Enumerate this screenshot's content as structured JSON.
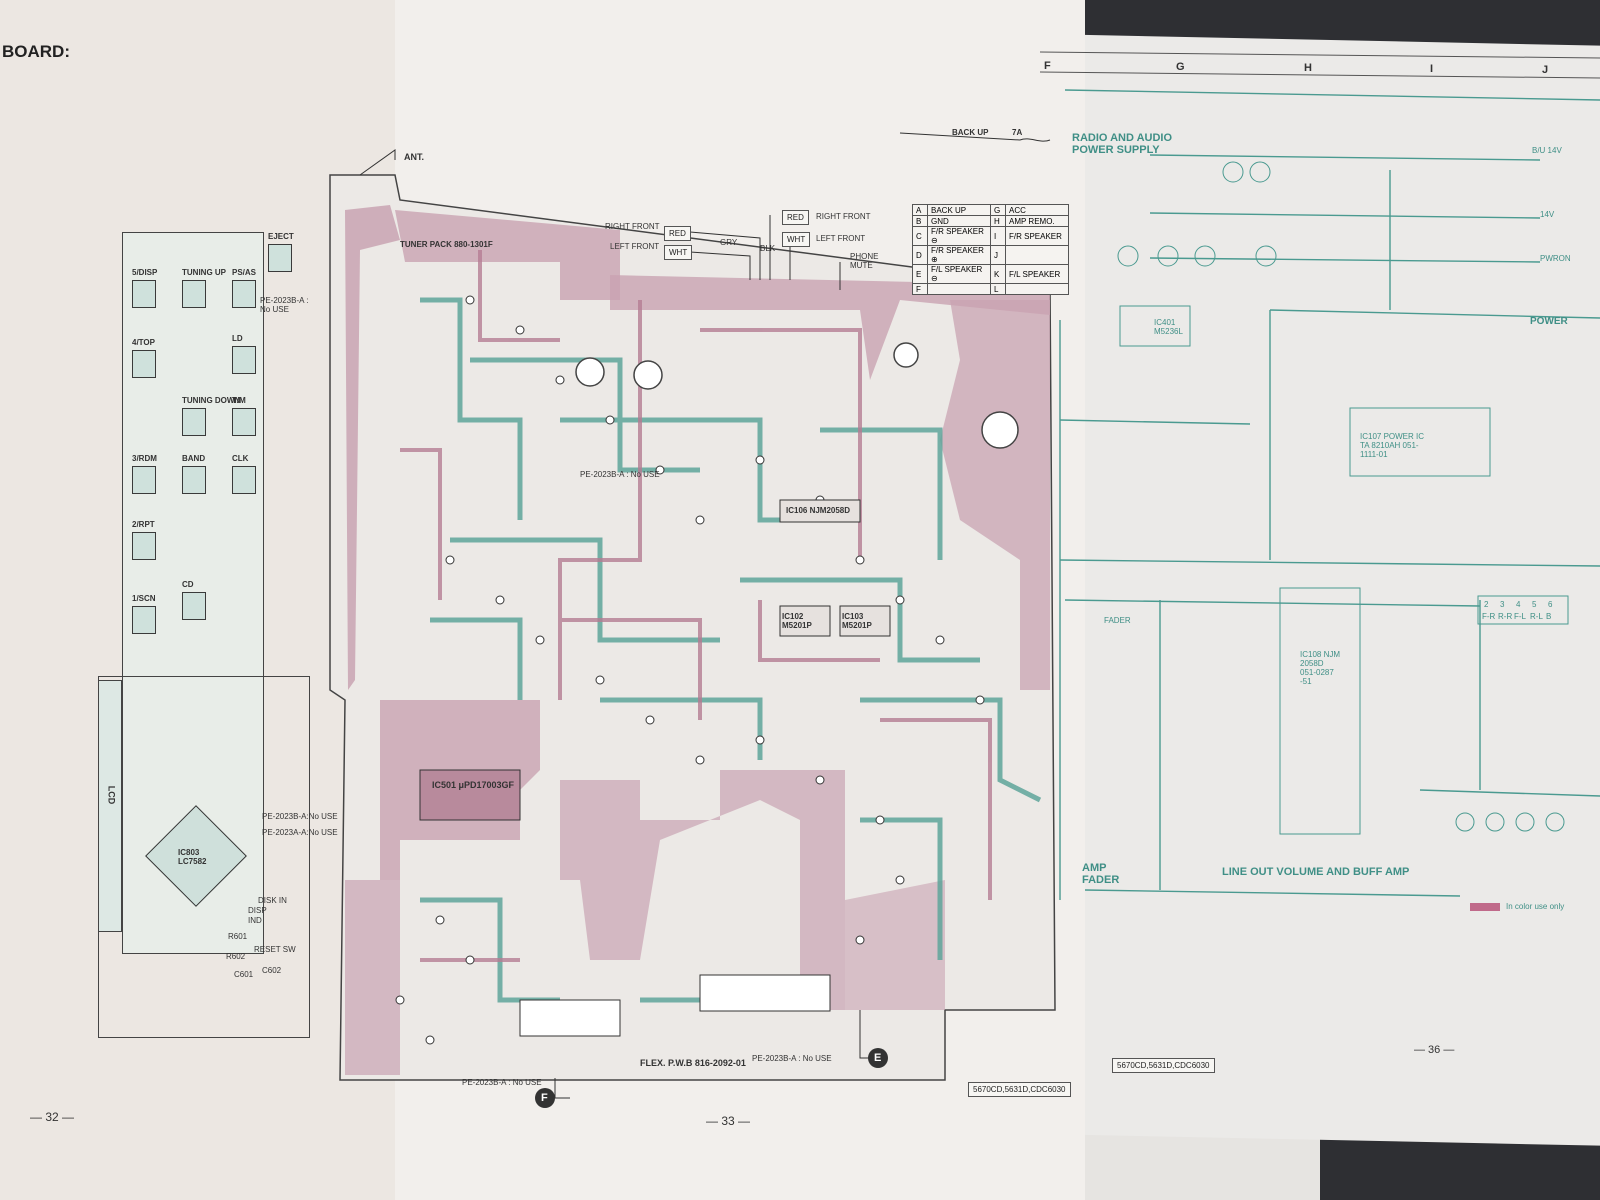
{
  "left_page": {
    "heading": "BOARD:",
    "page_number": "— 32 —",
    "keys": [
      "EJECT",
      "5/DISP",
      "TUNING UP",
      "PS/AS",
      "4/TOP",
      "LD",
      "TUNING DOWN",
      "T/M",
      "3/RDM",
      "BAND",
      "CLK",
      "2/RPT",
      "CD",
      "1/SCN"
    ],
    "pe_note": "PE-2023B-A : No USE",
    "lcd_label": "LCD",
    "ic_label": "IC803 LC7582",
    "small_labels": [
      "PE-2023B-A:No USE",
      "PE-2023A-A:No USE",
      "DISK IN",
      "DISP",
      "IND",
      "RESET SW",
      "R601",
      "R602",
      "C601",
      "C602"
    ]
  },
  "middle_page": {
    "page_number": "— 33 —",
    "model_box": "5670CD,5631D,CDC6030",
    "backup_label": "BACK UP",
    "fuse_label": "7A",
    "ant_label": "ANT.",
    "tuner_label": "TUNER PACK 880-1301F",
    "speaker_labels": {
      "right_front": "RIGHT FRONT",
      "left_front": "LEFT FRONT",
      "red": "RED",
      "wht": "WHT",
      "gry": "GRY",
      "blk": "BLK",
      "phone_mute": "PHONE MUTE",
      "red_right_front": "RIGHT FRONT",
      "wht_left_front": "LEFT FRONT"
    },
    "connector_table": [
      [
        "A",
        "BACK UP",
        "G",
        "ACC"
      ],
      [
        "B",
        "GND",
        "H",
        "AMP REMO."
      ],
      [
        "C",
        "F/R SPEAKER ⊖",
        "I",
        "F/R SPEAKER"
      ],
      [
        "D",
        "F/R SPEAKER ⊕",
        "J",
        ""
      ],
      [
        "E",
        "F/L SPEAKER ⊖",
        "K",
        "F/L SPEAKER"
      ],
      [
        "F",
        "",
        "L",
        ""
      ]
    ],
    "ic_labels": [
      "IC501 μPD17003GF",
      "IC106 NJM2058D",
      "IC102 M5201P",
      "IC103 M5201P"
    ],
    "flex_label": "FLEX. P.W.B 816-2092-01",
    "pe_notes": [
      "PE-2023B-A : No USE",
      "PE-2023B-A : No USE",
      "PE-2023B-A : No USE"
    ],
    "marker_f": "F",
    "marker_e": "E"
  },
  "right_page": {
    "column_letters": [
      "F",
      "G",
      "H",
      "I",
      "J"
    ],
    "section_title": "RADIO AND AUDIO POWER SUPPLY",
    "power_label": "POWER",
    "power_ic": "IC107 POWER IC TA 8210AH 051-1111-01",
    "ic401": "IC401 M5236L",
    "ic108": "IC108 NJM 2058D 051-0287 -51",
    "voltage_14v": "14V",
    "voltage_bu": "B/U 14V",
    "pwron": "PWRON",
    "amp_fader": "AMP FADER",
    "line_out": "LINE OUT VOLUME AND BUFF AMP",
    "color_note": "In color use only",
    "page_number": "— 36 —",
    "model_box": "5670CD,5631D,CDC6030",
    "connector_pins": [
      "2",
      "3",
      "4",
      "5",
      "6"
    ],
    "pin_labels": [
      "F-R",
      "R-R",
      "F-L",
      "R-L",
      "B"
    ],
    "fader": "FADER"
  }
}
